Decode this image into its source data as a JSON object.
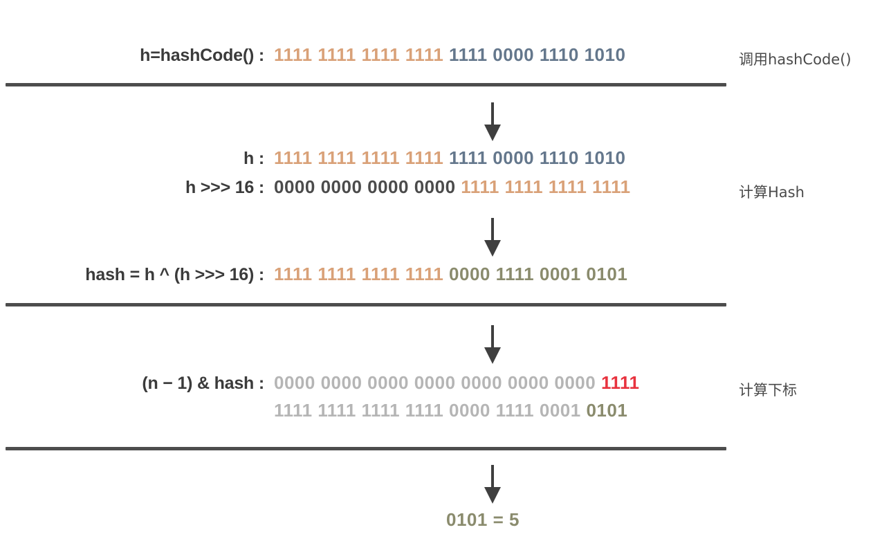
{
  "diagram": {
    "title": "HashMap hash and index computation",
    "colors": {
      "orange": "#d9a178",
      "blue_gray": "#64778c",
      "dark_gray": "#4b4b4b",
      "olive": "#8a8b6d",
      "light_gray": "#b5b5b5",
      "red": "#e8333f",
      "line": "#4d4d4d"
    },
    "stage_labels": [
      {
        "text": "调用hashCode()"
      },
      {
        "text": "计算Hash"
      },
      {
        "text": "计算下标"
      }
    ],
    "rows": [
      {
        "label": "h=hashCode() :",
        "segments": [
          {
            "text": "1111 1111 1111 1111 ",
            "color": "orange"
          },
          {
            "text": "1111 0000 1110 1010",
            "color": "bluegray"
          }
        ]
      },
      {
        "label": "h :",
        "segments": [
          {
            "text": "1111 1111 1111 1111 ",
            "color": "orange"
          },
          {
            "text": "1111 0000 1110 1010",
            "color": "bluegray"
          }
        ]
      },
      {
        "label": "h >>> 16 :",
        "segments": [
          {
            "text": "0000 0000 0000 0000 ",
            "color": "darkgray"
          },
          {
            "text": "1111 1111 1111 1111",
            "color": "orange"
          }
        ]
      },
      {
        "label": "hash = h ^ (h >>> 16) :",
        "segments": [
          {
            "text": "1111 1111 1111 1111 ",
            "color": "orange"
          },
          {
            "text": "0000 1111 0001 0101",
            "color": "olive"
          }
        ]
      },
      {
        "label": "(n − 1) & hash :",
        "segments": [
          {
            "text": "0000 0000 0000 0000 0000 0000 0000 ",
            "color": "lightgray"
          },
          {
            "text": "1111",
            "color": "red"
          }
        ]
      },
      {
        "label": "",
        "segments": [
          {
            "text": "1111 1111 1111 1111 0000 1111 0001 ",
            "color": "lightgray"
          },
          {
            "text": "0101",
            "color": "olive"
          }
        ]
      }
    ],
    "result": "0101 = 5"
  }
}
